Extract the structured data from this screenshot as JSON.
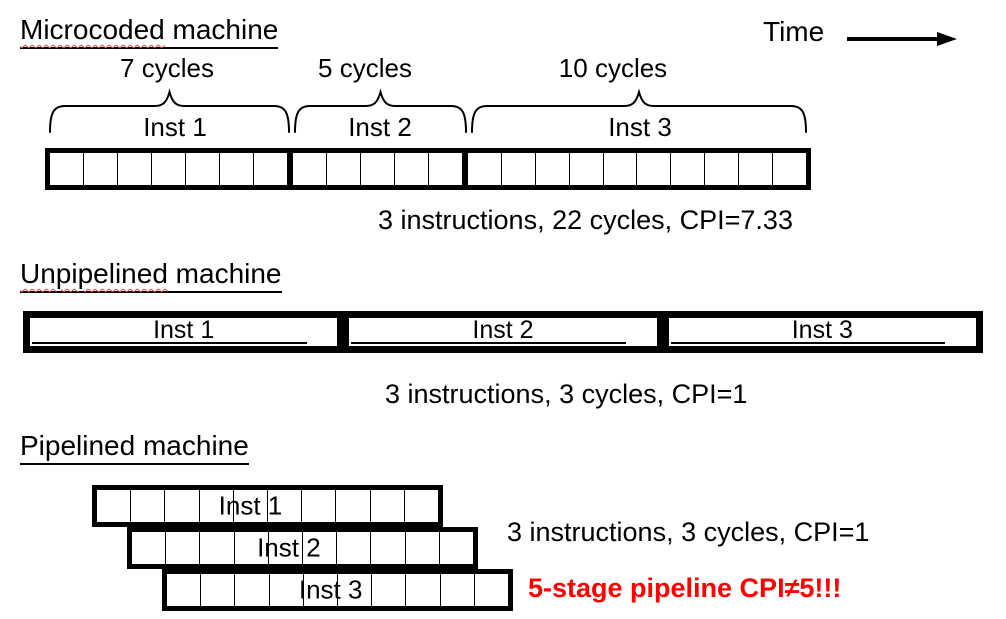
{
  "slide": {
    "background": "#ffffff",
    "ink_color": "#000000",
    "alert_color": "#ff0000",
    "spellcheck_squiggle_color": "#e04040"
  },
  "time_indicator": {
    "label": "Time",
    "icon": "right-arrow"
  },
  "sections": {
    "microcoded": {
      "title_flagged": "Microcoded",
      "title_rest": " machine",
      "groups": [
        {
          "cycles": 7,
          "cycles_label": "7 cycles",
          "inst_label": "Inst 1"
        },
        {
          "cycles": 5,
          "cycles_label": "5 cycles",
          "inst_label": "Inst 2"
        },
        {
          "cycles": 10,
          "cycles_label": "10 cycles",
          "inst_label": "Inst 3"
        }
      ],
      "caption": "3 instructions, 22 cycles, CPI=7.33"
    },
    "unpipelined": {
      "title_flagged": "Unpipelined",
      "title_rest": " machine",
      "cells": [
        "Inst 1",
        "Inst 2",
        "Inst 3"
      ],
      "caption": "3 instructions, 3 cycles, CPI=1"
    },
    "pipelined": {
      "title": "Pipelined machine",
      "bars": [
        {
          "inst_label": "Inst 1",
          "cells": 10
        },
        {
          "inst_label": "Inst 2",
          "cells": 10
        },
        {
          "inst_label": "Inst 3",
          "cells": 10
        }
      ],
      "caption": "3 instructions, 3 cycles, CPI=1",
      "alert": "5-stage pipeline CPI≠5!!!"
    }
  }
}
